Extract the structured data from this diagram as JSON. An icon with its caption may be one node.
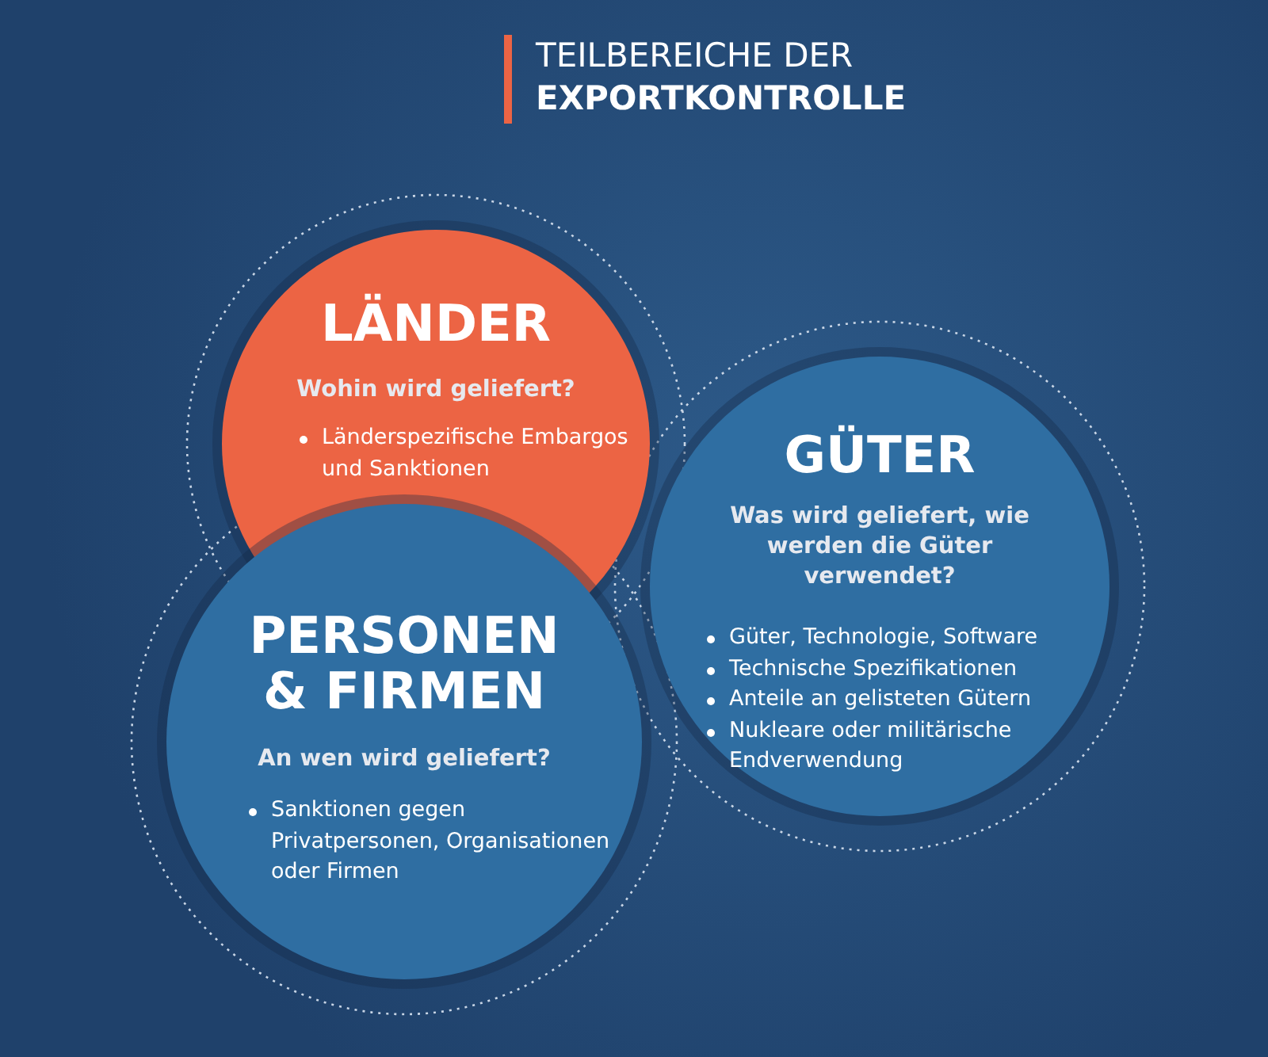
{
  "diagram": {
    "title": "TEILBEREICHE DER **EXPORTKONTROLLE**",
    "nodes": [
      {
        "text": [
          "LÄNDER",
          "Wohin wird geliefert?",
          "Länderspezifische Embargos und Sanktionen"
        ]
      },
      {
        "text": [
          "GÜTER",
          "Was wird geliefert, wie werden die Güter verwendet?",
          "Güter, Technologie, Software",
          "Technische Spezifikationen",
          "Anteile an gelisteten Gütern",
          "Nukleare oder militärische Endverwendung"
        ]
      },
      {
        "text": [
          "PERSONEN & FIRMEN",
          "An wen wird geliefert?",
          "Sanktionen gegen Privatpersonen, Organisationen oder Firmen"
        ]
      }
    ]
  }
}
